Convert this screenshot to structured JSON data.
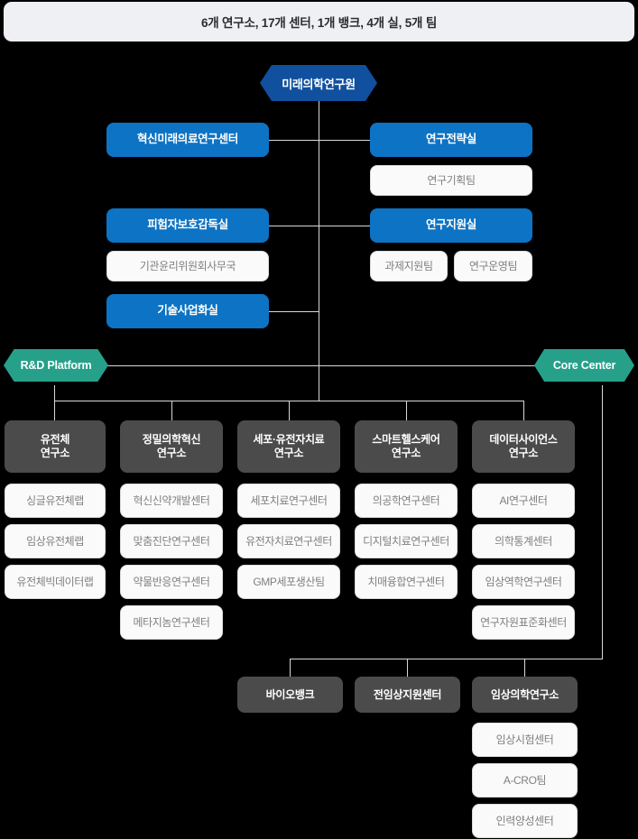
{
  "banner": {
    "text": "6개 연구소, 17개 센터, 1개 뱅크, 4개 실, 5개 팀"
  },
  "colors": {
    "background": "#000000",
    "banner_bg": "#eef0f4",
    "root_node": "#10509f",
    "office_node": "#0d73c4",
    "platform_banner": "#27a08a",
    "institute_node": "#4b4b4b",
    "sub_node": "#fafafa",
    "connector_line": "#d8d8d8"
  },
  "root": {
    "label": "미래의학연구원"
  },
  "offices": {
    "left": [
      {
        "label": "혁신미래의료연구센터",
        "type": "blue"
      },
      {
        "label": "피험자보호감독실",
        "type": "blue"
      },
      {
        "label": "기관윤리위원회사무국",
        "type": "white"
      },
      {
        "label": "기술사업화실",
        "type": "blue"
      }
    ],
    "right": [
      {
        "label": "연구전략실",
        "type": "blue"
      },
      {
        "label": "연구기획팀",
        "type": "white"
      },
      {
        "label": "연구지원실",
        "type": "blue"
      },
      {
        "label": "과제지원팀",
        "type": "white"
      },
      {
        "label": "연구운영팀",
        "type": "white"
      }
    ]
  },
  "platforms": {
    "left_label": "R&D Platform",
    "right_label": "Core Center"
  },
  "institutes": [
    {
      "name_line1": "유전체",
      "name_line2": "연구소",
      "children": [
        "싱글유전체랩",
        "임상유전체랩",
        "유전체빅데이터랩"
      ]
    },
    {
      "name_line1": "정밀의학혁신",
      "name_line2": "연구소",
      "children": [
        "혁신신약개발센터",
        "맞춤진단연구센터",
        "약물반응연구센터",
        "메타지놈연구센터"
      ]
    },
    {
      "name_line1": "세포·유전자치료",
      "name_line2": "연구소",
      "children": [
        "세포치료연구센터",
        "유전자치료연구센터",
        "GMP세포생산팀"
      ]
    },
    {
      "name_line1": "스마트헬스케어",
      "name_line2": "연구소",
      "children": [
        "의공학연구센터",
        "디지털치료연구센터",
        "치매융합연구센터"
      ]
    },
    {
      "name_line1": "데이터사이언스",
      "name_line2": "연구소",
      "children": [
        "AI연구센터",
        "의학통계센터",
        "임상역학연구센터",
        "연구자원표준화센터"
      ]
    }
  ],
  "core_units": [
    {
      "label": "바이오뱅크",
      "children": []
    },
    {
      "label": "전임상지원센터",
      "children": []
    },
    {
      "label": "임상의학연구소",
      "children": [
        "임상시험센터",
        "A-CRO팀",
        "인력양성센터"
      ]
    }
  ]
}
